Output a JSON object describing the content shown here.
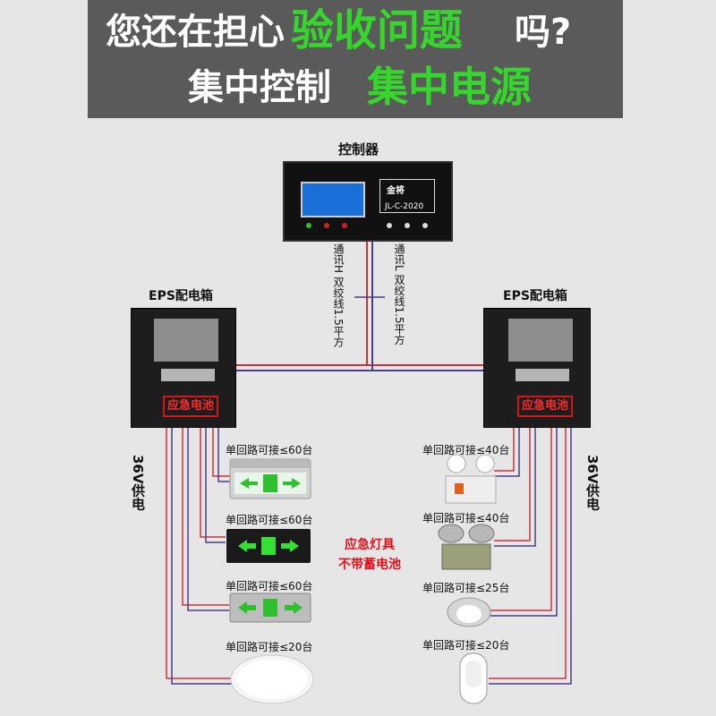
{
  "header": {
    "line1_prefix": "您还在担心",
    "line1_highlight": "验收问题",
    "line1_suffix": "吗?",
    "line2_prefix": "集中控制",
    "line2_highlight": "集中电源"
  },
  "controller": {
    "title": "控制器",
    "model": "JL-C-2020",
    "brand": "金将"
  },
  "comm_lines": {
    "left": "通讯H 双绞线1.5平方",
    "right": "通讯L 双绞线1.5平方"
  },
  "eps": {
    "left_title": "EPS配电箱",
    "right_title": "EPS配电箱",
    "battery_label": "应急电池"
  },
  "supply": {
    "left": "36V供电",
    "right": "36V供电"
  },
  "left_items": [
    {
      "label": "单回路可接≤60台"
    },
    {
      "label": "单回路可接≤60台"
    },
    {
      "label": "单回路可接≤60台"
    },
    {
      "label": "单回路可接≤20台"
    }
  ],
  "right_items": [
    {
      "label": "单回路可接≤40台"
    },
    {
      "label": "单回路可接≤40台"
    },
    {
      "label": "单回路可接≤25台"
    },
    {
      "label": "单回路可接≤20台"
    }
  ],
  "note": {
    "line1": "应急灯具",
    "line2": "不带蓄电池"
  },
  "colors": {
    "accent_green": "#36d72c",
    "banner_gray": "#5a5a5a",
    "wire_red": "#d0303a",
    "wire_purple": "#4a3f8c",
    "warn_red": "#e0101a"
  }
}
